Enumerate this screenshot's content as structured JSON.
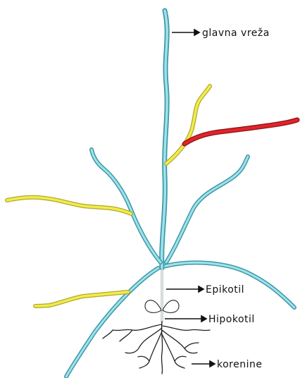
{
  "labels": {
    "main_stem": "glavna vreža",
    "epicotyl": "Epikotil",
    "hypocotyl": "Hipokotil",
    "roots": "korenine"
  },
  "colors": {
    "stem_fill": "#9ee3ea",
    "stem_edge": "#3f98a8",
    "yellow_leaf": "#f2ec4a",
    "yellow_edge": "#b0a830",
    "red_leaf": "#e2232a",
    "root": "#222222",
    "text": "#111111"
  }
}
